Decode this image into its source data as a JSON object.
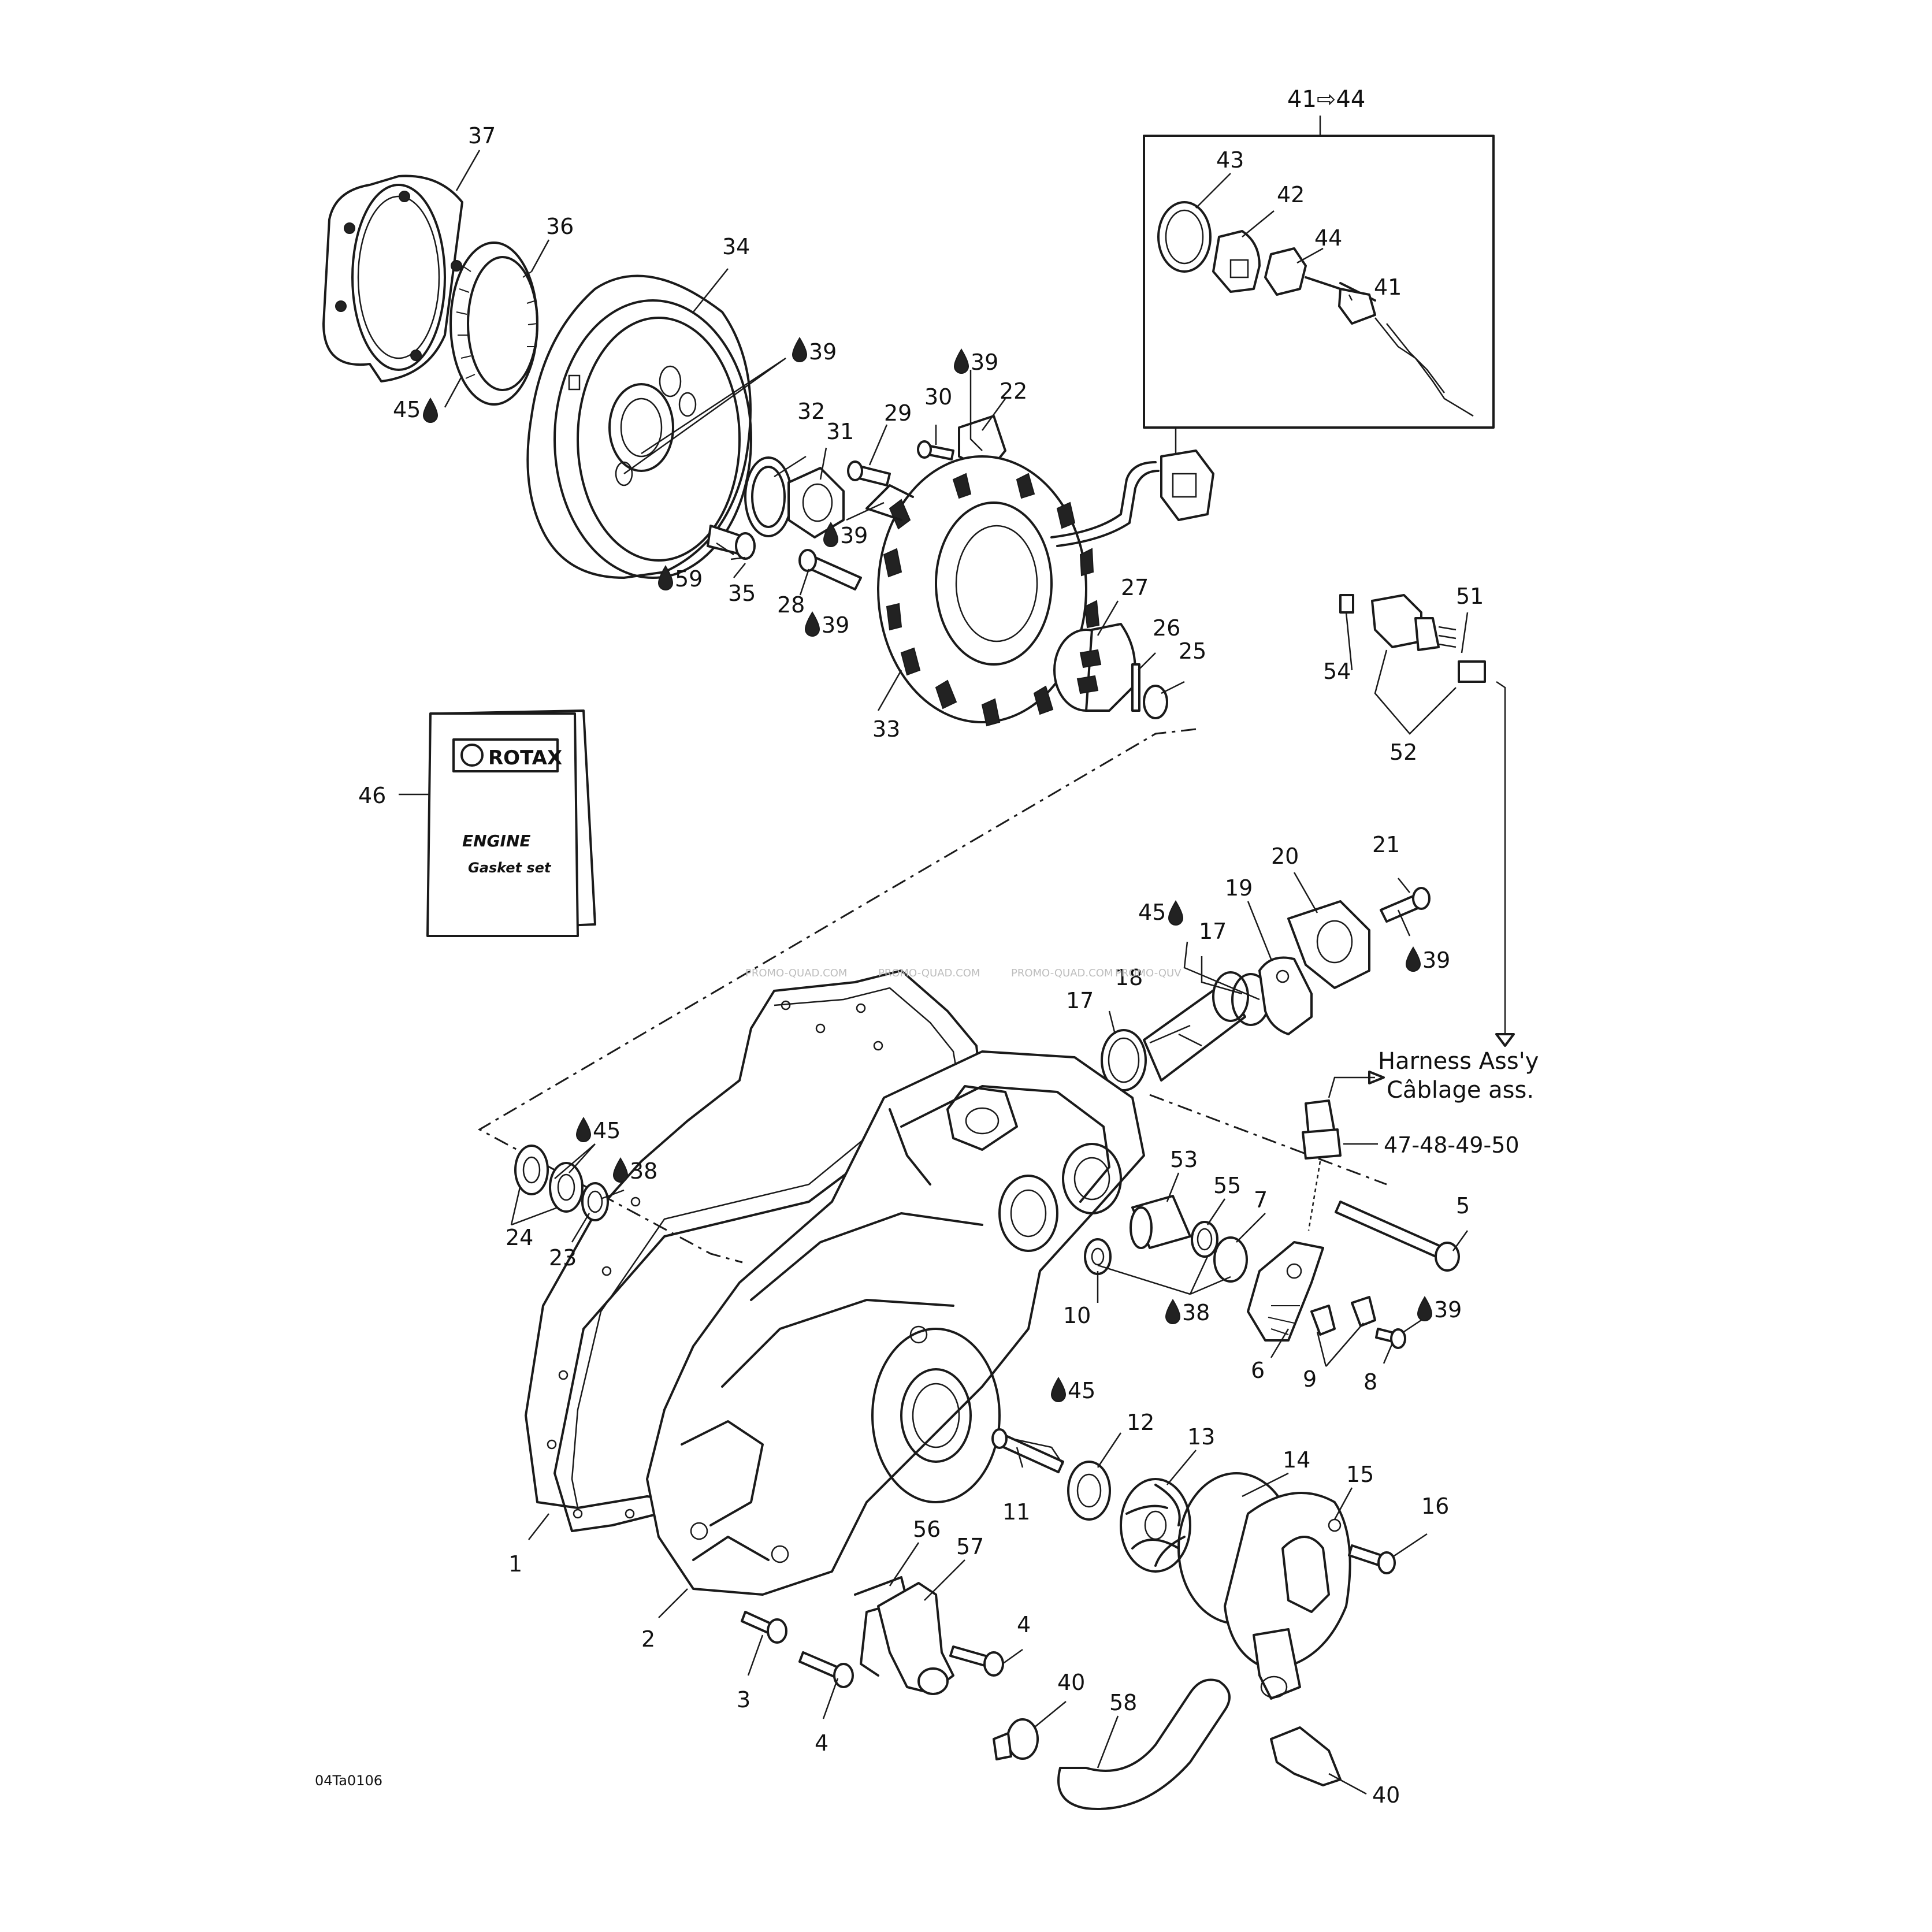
{
  "diagram": {
    "figure_code": "04Ta0106",
    "kit_label": "41⇨44",
    "manual": {
      "brand": "ROTAX",
      "line1": "ENGINE",
      "line2": "Gasket set"
    },
    "harness": {
      "line1": "Harness Ass'y",
      "line2": "Câblage ass.",
      "parts": "47-48-49-50"
    },
    "watermarks": [
      "PROMO-QUAD.COM",
      "PROMO-QUAD.COM",
      "PROMO-QUAD.COM",
      "PROMO-QUV"
    ],
    "drop_icon": "oil-drop-icon",
    "labels": {
      "p1": "1",
      "p2": "2",
      "p3": "3",
      "p4a": "4",
      "p4b": "4",
      "p5": "5",
      "p6": "6",
      "p7": "7",
      "p8": "8",
      "p9": "9",
      "p10": "10",
      "p11": "11",
      "p12": "12",
      "p13": "13",
      "p14": "14",
      "p15": "15",
      "p16": "16",
      "p17a": "17",
      "p17b": "17",
      "p18": "18",
      "p19": "19",
      "p20": "20",
      "p21": "21",
      "p22": "22",
      "p23": "23",
      "p24": "24",
      "p25": "25",
      "p26": "26",
      "p27": "27",
      "p28": "28",
      "p29": "29",
      "p30": "30",
      "p31": "31",
      "p32": "32",
      "p33": "33",
      "p34": "34",
      "p35": "35",
      "p36": "36",
      "p37": "37",
      "p40a": "40",
      "p40b": "40",
      "p41": "41",
      "p42": "42",
      "p43": "43",
      "p44": "44",
      "p46": "46",
      "p51": "51",
      "p52": "52",
      "p53": "53",
      "p54": "54",
      "p55": "55",
      "p56": "56",
      "p57": "57",
      "p58": "58"
    },
    "lube": {
      "l39a": "39",
      "l39b": "39",
      "l39c": "39",
      "l39d": "39",
      "l39e": "39",
      "l39f": "39",
      "l45a": "45",
      "l45b": "45",
      "l45c": "45",
      "l45d": "45",
      "l38a": "38",
      "l38b": "38",
      "l59": "59"
    }
  }
}
